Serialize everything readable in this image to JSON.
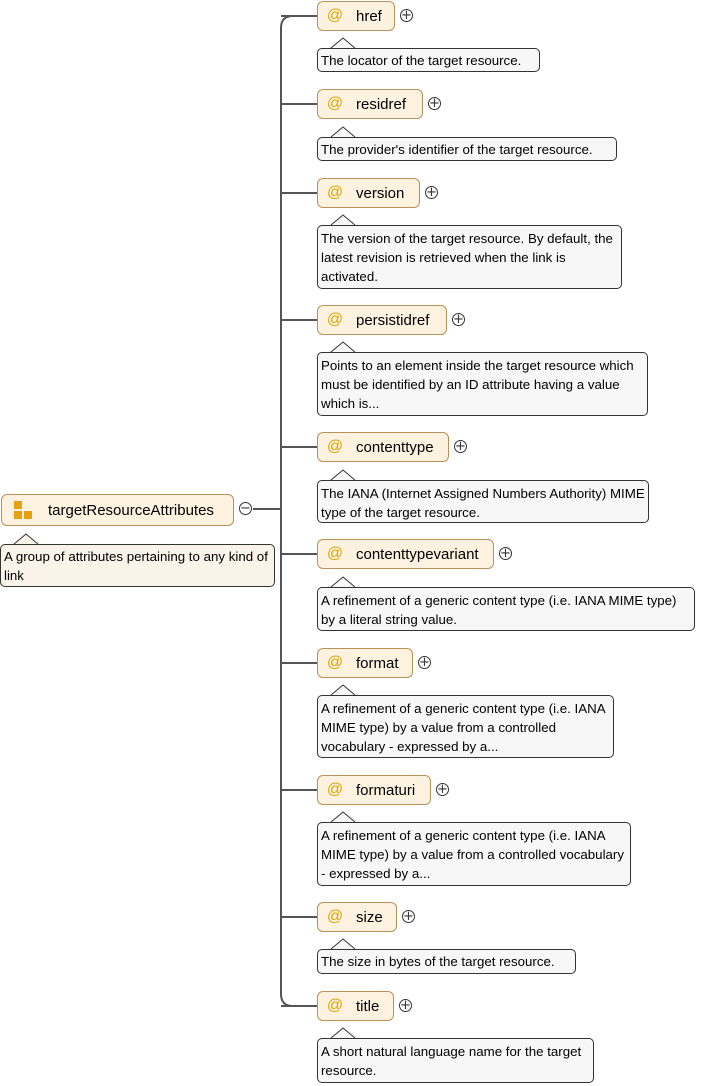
{
  "root": {
    "name": "targetResourceAttributes",
    "doc": "A group of attributes pertaining to any kind of link"
  },
  "attributes": [
    {
      "name": "href",
      "doc": "The locator of the target resource."
    },
    {
      "name": "residref",
      "doc": "The provider's identifier of the target resource."
    },
    {
      "name": "version",
      "doc": "The version of the target resource. By default, the latest revision is retrieved when the link is activated."
    },
    {
      "name": "persistidref",
      "doc": "Points to an element inside the target resource which must be identified by an ID attribute having a value which is..."
    },
    {
      "name": "contenttype",
      "doc": "The IANA (Internet Assigned Numbers Authority) MIME type of the target resource."
    },
    {
      "name": "contenttypevariant",
      "doc": "A refinement of a generic content type (i.e. IANA MIME type) by a literal string value."
    },
    {
      "name": "format",
      "doc": "A refinement of a generic content type (i.e. IANA MIME type) by a value from a controlled vocabulary - expressed by a..."
    },
    {
      "name": "formaturi",
      "doc": "A refinement of a generic content type (i.e. IANA MIME type) by a value from a controlled vocabulary - expressed by a..."
    },
    {
      "name": "size",
      "doc": "The size in bytes of the target resource."
    },
    {
      "name": "title",
      "doc": "A short natural language name for the target resource."
    }
  ],
  "attribute_marker": "@",
  "expand_symbol": "+",
  "collapse_symbol": "−",
  "colors": {
    "node_fill": "#fdf2e0",
    "node_border": "#b8915a",
    "marker": "#e0a200",
    "connector": "#555555",
    "doc_fill": "#f7f7f7"
  }
}
